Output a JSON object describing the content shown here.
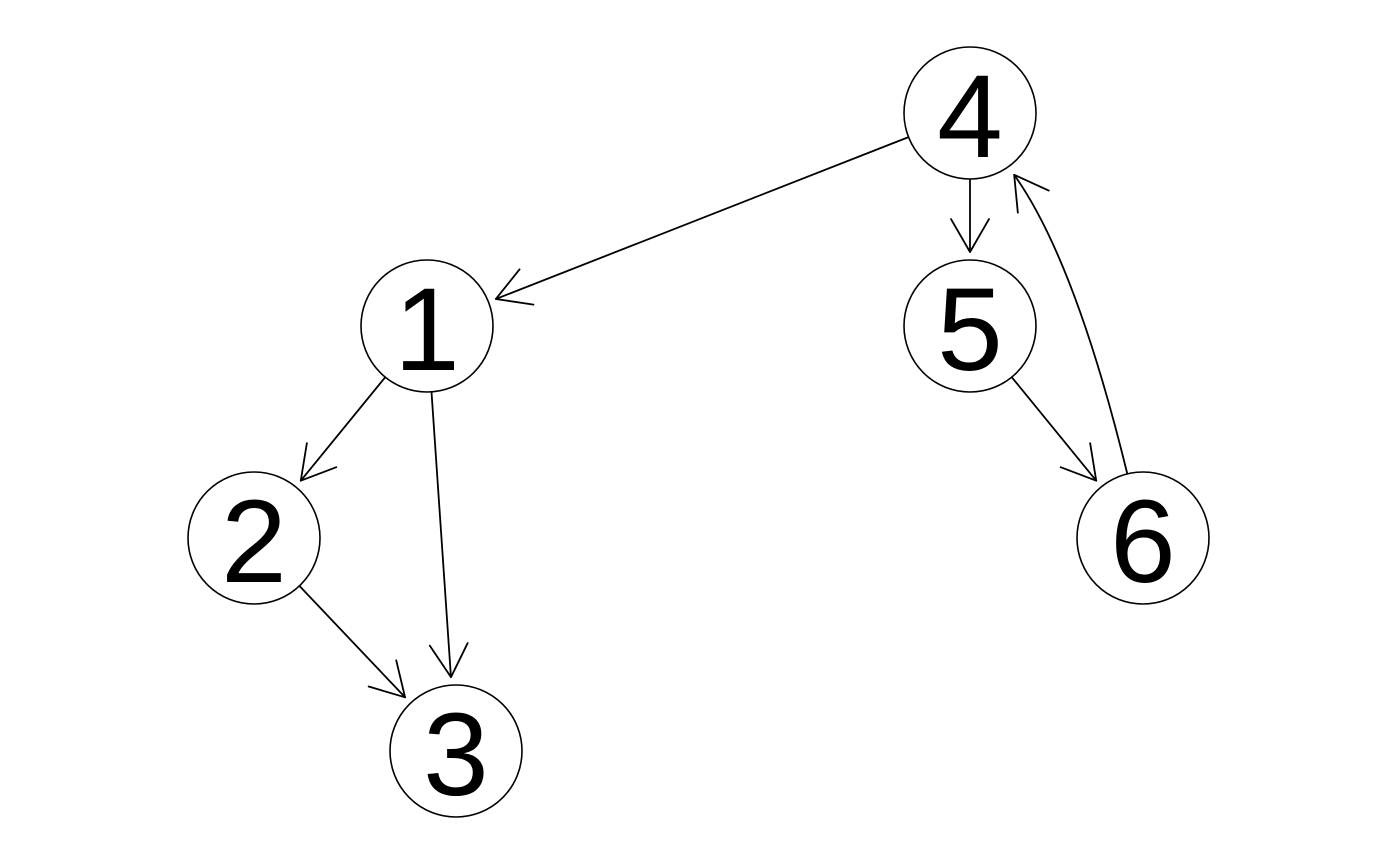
{
  "graph": {
    "directed": true,
    "nodes": [
      {
        "id": "1",
        "label": "1"
      },
      {
        "id": "2",
        "label": "2"
      },
      {
        "id": "3",
        "label": "3"
      },
      {
        "id": "4",
        "label": "4"
      },
      {
        "id": "5",
        "label": "5"
      },
      {
        "id": "6",
        "label": "6"
      }
    ],
    "edges": [
      {
        "from": "4",
        "to": "1"
      },
      {
        "from": "1",
        "to": "2"
      },
      {
        "from": "1",
        "to": "3"
      },
      {
        "from": "2",
        "to": "3"
      },
      {
        "from": "4",
        "to": "5"
      },
      {
        "from": "5",
        "to": "6"
      },
      {
        "from": "6",
        "to": "4"
      }
    ]
  },
  "colors": {
    "stroke": "#000000",
    "node_fill": "#ffffff",
    "background": "#ffffff"
  }
}
